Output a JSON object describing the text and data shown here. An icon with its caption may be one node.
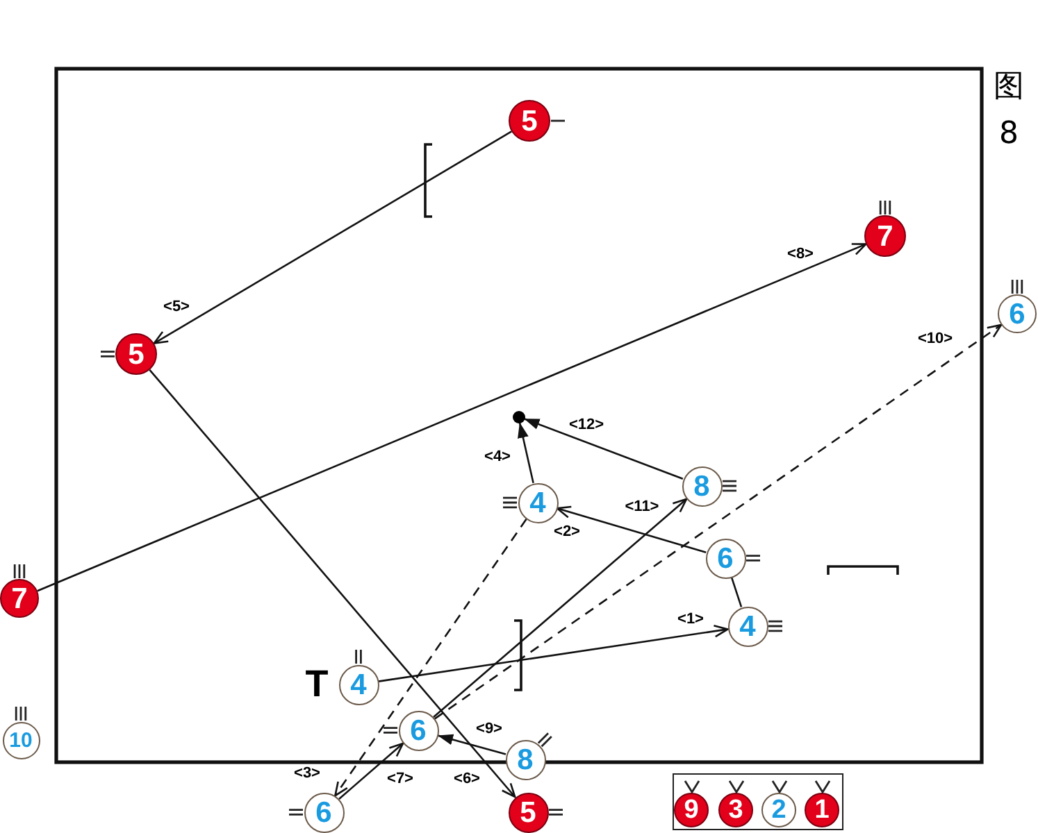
{
  "diagram": {
    "title": "图8",
    "nodes": [
      {
        "text": [
          "5"
        ]
      },
      {
        "text": [
          "7"
        ]
      },
      {
        "text": [
          "6"
        ]
      },
      {
        "text": [
          "5"
        ]
      },
      {
        "text": [],
        "shape": "circle"
      },
      {
        "text": [
          "8"
        ]
      },
      {
        "text": [
          "4"
        ]
      },
      {
        "text": [
          "6"
        ]
      },
      {
        "text": [
          "7"
        ]
      },
      {
        "text": [
          "4"
        ]
      },
      {
        "text": [
          "4"
        ],
        "beside": [
          "T"
        ]
      },
      {
        "text": [
          "6"
        ]
      },
      {
        "text": [
          "10"
        ]
      },
      {
        "text": [
          "8"
        ]
      },
      {
        "text": [
          "6"
        ]
      },
      {
        "text": [
          "5"
        ]
      },
      {
        "text": [],
        "shape": "box"
      },
      {
        "text": [
          "9"
        ],
        "in": 16
      },
      {
        "text": [
          "3"
        ],
        "in": 16
      },
      {
        "text": [
          "2"
        ],
        "in": 16
      },
      {
        "text": [
          "1"
        ],
        "in": 16
      }
    ],
    "edges": [
      {
        "from": 10,
        "to": 9,
        "arrow": "to",
        "label": "<1>"
      },
      {
        "from": 9,
        "to": 7,
        "arrow": "none"
      },
      {
        "from": 7,
        "to": 6,
        "arrow": "to",
        "label": "<2>"
      },
      {
        "from": 6,
        "to": 14,
        "arrow": "to",
        "label": "<3>",
        "style": "dashed"
      },
      {
        "from": 6,
        "to": 4,
        "arrow": "to",
        "label": "<4>"
      },
      {
        "from": 0,
        "to": 3,
        "arrow": "to",
        "label": "<5>"
      },
      {
        "from": 3,
        "to": 15,
        "arrow": "to",
        "label": "<6>"
      },
      {
        "from": 14,
        "to": 11,
        "arrow": "to",
        "label": "<7>"
      },
      {
        "from": 8,
        "to": 1,
        "arrow": "to",
        "label": "<8>"
      },
      {
        "from": 13,
        "to": 11,
        "arrow": "to",
        "label": "<9>"
      },
      {
        "from": 11,
        "to": 2,
        "arrow": "to",
        "label": "<10>",
        "style": "dashed"
      },
      {
        "from": 11,
        "to": 5,
        "arrow": "to",
        "label": "<11>"
      },
      {
        "from": 5,
        "to": 4,
        "arrow": "to",
        "label": "<12>"
      }
    ]
  }
}
